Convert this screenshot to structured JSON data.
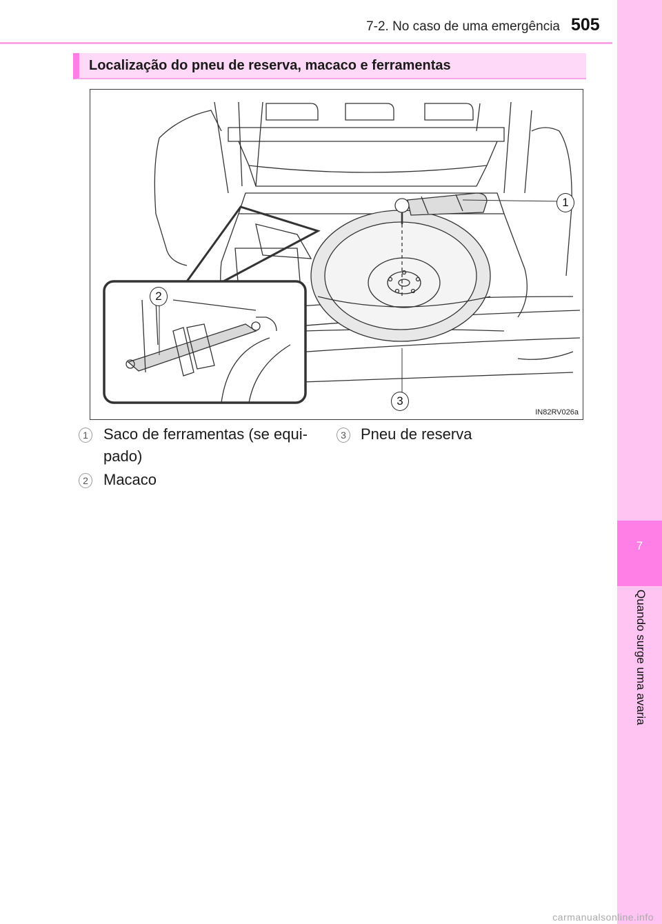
{
  "header": {
    "section": "7-2. No caso de uma emergência",
    "page_number": "505"
  },
  "side_tab": {
    "chapter_number": "7",
    "chapter_title": "Quando surge uma avaria"
  },
  "section": {
    "title": "Localização do pneu de reserva, macaco e ferramentas"
  },
  "figure": {
    "code": "IN82RV026a",
    "callouts": [
      "1",
      "2",
      "3"
    ]
  },
  "legend": [
    {
      "number": "1",
      "text_line1": "Saco de ferramentas (se equi-",
      "text_line2": "pado)"
    },
    {
      "number": "2",
      "text_line1": "Macaco"
    },
    {
      "number": "3",
      "text_line1": "Pneu de reserva"
    }
  ],
  "watermark": "carmanualsonline.info",
  "colors": {
    "accent": "#ff7fe6",
    "accent_light": "#ffc4f2",
    "banner_bg": "#ffd9f7"
  }
}
